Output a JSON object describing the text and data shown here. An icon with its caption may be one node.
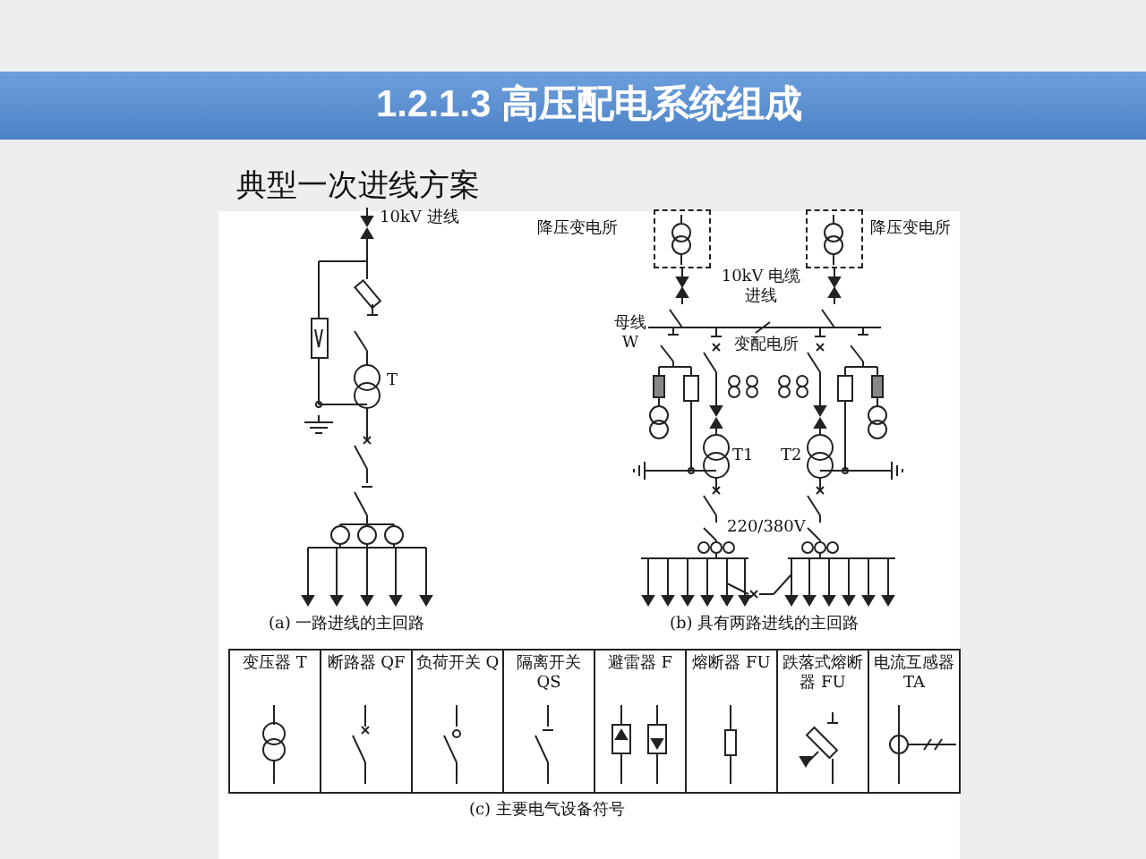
{
  "diagram": {
    "title": "1.2.1.3 高压配电系统组成",
    "nodes": [
      {
        "text": [
          "降压变电所"
        ]
      },
      {
        "text": [
          "降压变电所"
        ]
      }
    ],
    "labels": [
      "典型一次进线方案",
      "10kV 进线",
      "T",
      "10kV 电缆进线",
      "母线 W",
      "变配电所",
      "T1",
      "T2",
      "220/380V",
      "(a) 一路进线的主回路",
      "(b) 具有两路进线的主回路",
      "变压器 T",
      "断路器 QF",
      "负荷开关 Q",
      "隔离开关 QS",
      "避雷器 F",
      "熔断器 FU",
      "跌落式熔断器 FU",
      "电流互感器 TA",
      "(c) 主要电气设备符号"
    ]
  }
}
